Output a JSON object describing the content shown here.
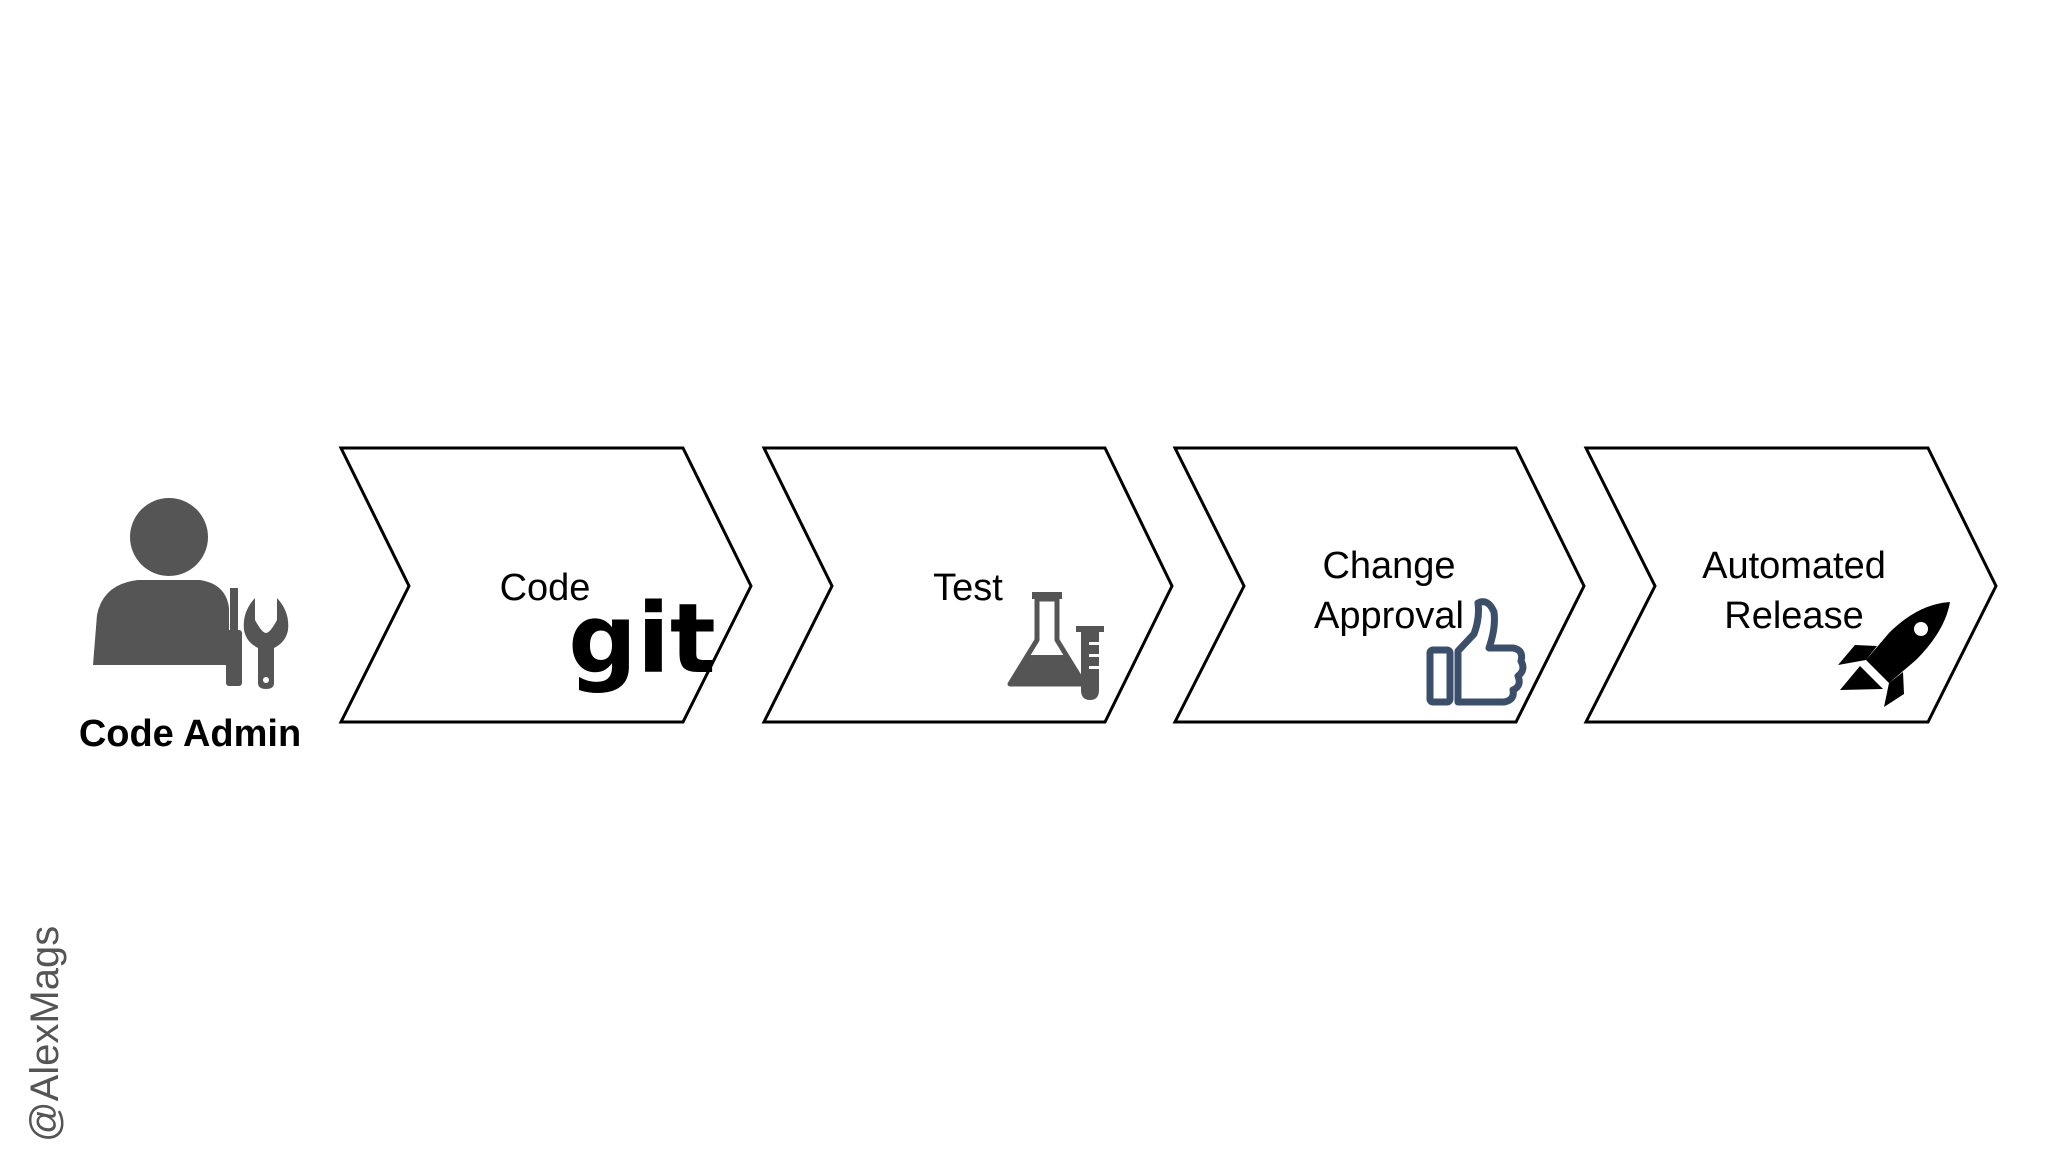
{
  "admin": {
    "label": "Code Admin",
    "icon": "user-with-tools-icon"
  },
  "pipeline": [
    {
      "lines": [
        "Code"
      ],
      "icon": "git-logo-icon",
      "git_text": "git"
    },
    {
      "lines": [
        "Test"
      ],
      "icon": "flask-test-tube-icon"
    },
    {
      "lines": [
        "Change",
        "Approval"
      ],
      "icon": "thumbs-up-icon"
    },
    {
      "lines": [
        "Automated",
        "Release"
      ],
      "icon": "rocket-icon"
    }
  ],
  "watermark": "@AlexMags",
  "colors": {
    "outline": "#000000",
    "person": "#555555",
    "thumb": "#3b4f6b",
    "lab": "#555555",
    "rocket": "#000000"
  }
}
